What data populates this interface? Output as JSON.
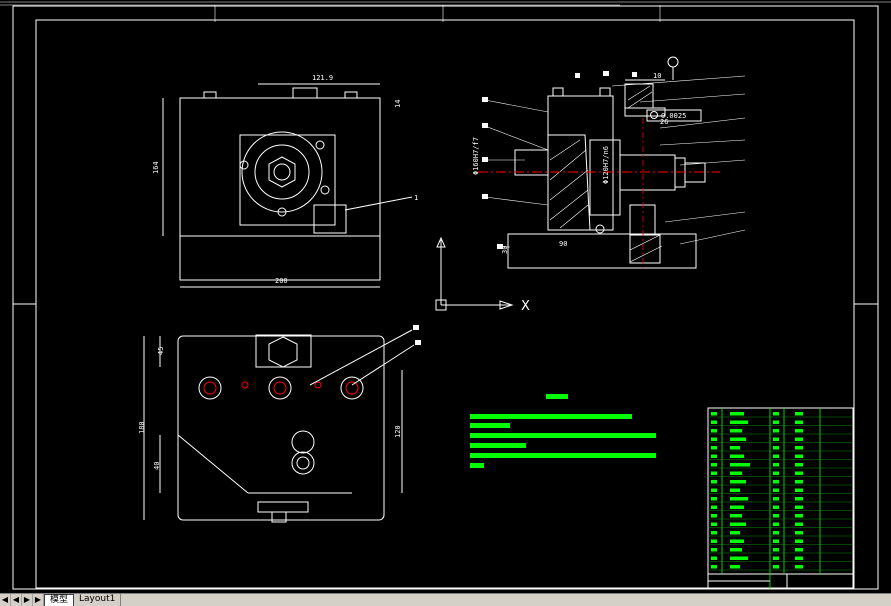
{
  "drawing": {
    "front_view": {
      "dim_top": "121.9",
      "dim_left": "164",
      "dim_bottom": "200",
      "dim_side": "14"
    },
    "section_view": {
      "dim_top": "10",
      "dim_mid": "26",
      "dim_fcf": "0.0025",
      "dim_bottom_w": "90",
      "dim_bottom_h": "30",
      "dim_phi1": "Φ160H7/f7",
      "dim_phi2": "Φ120H7/n6"
    },
    "top_view": {
      "dim_width": "45",
      "dim_height": "180",
      "dim_lower": "40",
      "dim_right": "120"
    },
    "ucs": {
      "x_label": "X"
    }
  },
  "tabs": {
    "model": "模型",
    "layout1": "Layout1"
  },
  "nav": {
    "first": "◀",
    "prev": "◀",
    "next": "▶",
    "last": "▶"
  }
}
